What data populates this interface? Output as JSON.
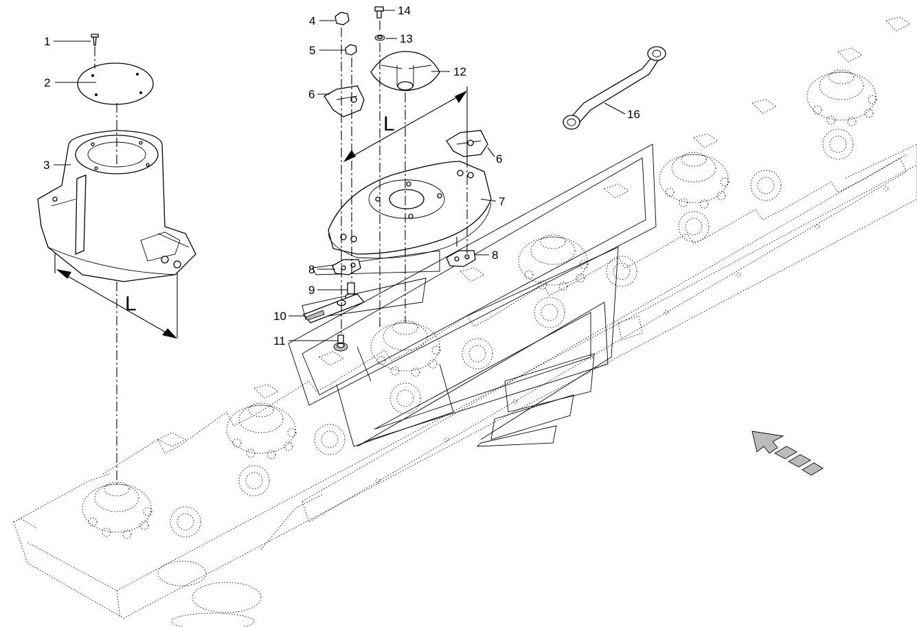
{
  "callouts": [
    {
      "id": "c1",
      "label": "1"
    },
    {
      "id": "c2",
      "label": "2"
    },
    {
      "id": "c3",
      "label": "3"
    },
    {
      "id": "c4",
      "label": "4"
    },
    {
      "id": "c5",
      "label": "5"
    },
    {
      "id": "c6a",
      "label": "6"
    },
    {
      "id": "c6b",
      "label": "6"
    },
    {
      "id": "c7",
      "label": "7"
    },
    {
      "id": "c8a",
      "label": "8"
    },
    {
      "id": "c8b",
      "label": "8"
    },
    {
      "id": "c9",
      "label": "9"
    },
    {
      "id": "c10",
      "label": "10"
    },
    {
      "id": "c11",
      "label": "11"
    },
    {
      "id": "c12",
      "label": "12"
    },
    {
      "id": "c13",
      "label": "13"
    },
    {
      "id": "c14",
      "label": "14"
    },
    {
      "id": "c16",
      "label": "16"
    }
  ],
  "dimensions": {
    "left_length": "L",
    "right_length": "L"
  },
  "icons": {
    "travel_direction": "direction-arrow-icon"
  },
  "colors": {
    "line": "#000000",
    "background": "#ffffff",
    "shading": "#bbbbbb"
  }
}
